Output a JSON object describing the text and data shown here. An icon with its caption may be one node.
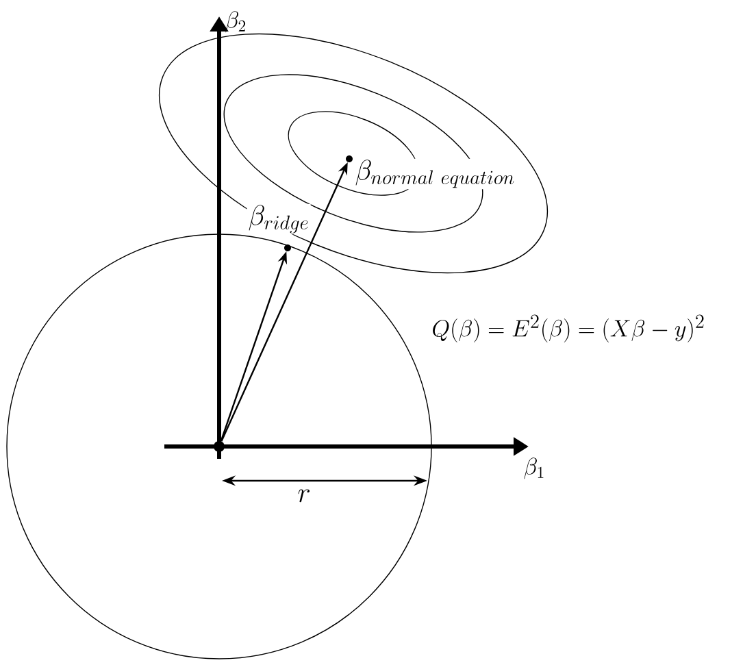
{
  "diagram": {
    "nodes": [
      {
        "text": [],
        "shape": "circle"
      },
      {
        "text": [],
        "shape": "circle",
        "beside": [
          "\\beta_{ridge}"
        ]
      },
      {
        "text": [],
        "shape": "circle",
        "beside": [
          "\\beta_{normal\\ equation}"
        ]
      }
    ],
    "edges": [
      {
        "from": 0,
        "to": 1,
        "arrow": "to"
      },
      {
        "from": 0,
        "to": 2,
        "arrow": "to"
      }
    ],
    "labels": [
      "\\beta_{2}",
      "\\beta_{1}",
      "r",
      "Q(\\beta)=E^{2}(\\beta)=(X\\beta-y)^{2}"
    ]
  }
}
